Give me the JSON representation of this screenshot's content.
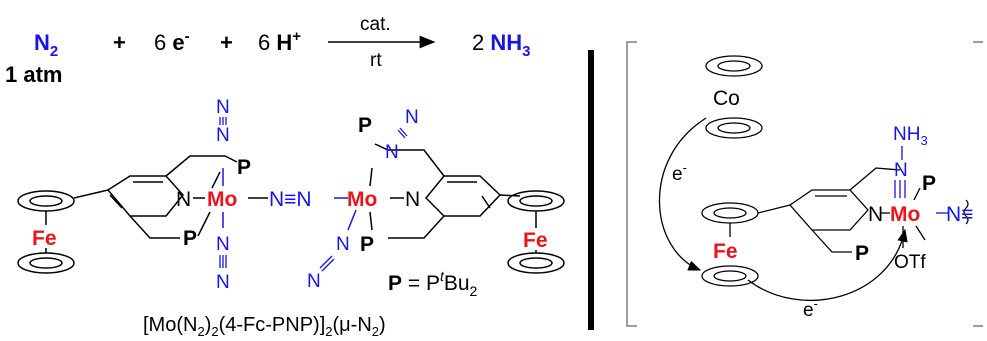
{
  "reaction": {
    "n2": "N",
    "n2_sub": "2",
    "pressure": "1 atm",
    "plus": "+",
    "six": "6",
    "e": "e",
    "minus": "-",
    "h": "H",
    "plusc": "+",
    "cat": "cat.",
    "rt": "rt",
    "two": "2",
    "nh": "NH",
    "nh_sub": "3"
  },
  "complex": {
    "atoms": {
      "N": "N",
      "Mo": "Mo",
      "P": "P",
      "Fe": "Fe",
      "nnn": "N≡N"
    },
    "legend_p": "P",
    "legend_eq": " = P",
    "legend_t": "t",
    "legend_bu": "Bu",
    "legend_sub": "2",
    "formula": "[Mo(N",
    "formula_s1": "2",
    "formula_m1": ")",
    "formula_s2": "2",
    "formula_m2": "(4-Fc-PNP)]",
    "formula_s3": "2",
    "formula_m3": "(μ-N",
    "formula_s4": "2",
    "formula_m4": ")"
  },
  "mechanism": {
    "co": "Co",
    "fe": "Fe",
    "mo": "Mo",
    "n": "N",
    "p": "P",
    "nh": "NH",
    "nh_sub": "3",
    "otf": "OTf",
    "nstub": "N≡",
    "e1": "e",
    "e1_sup": "-",
    "e2": "e",
    "e2_sup": "-"
  },
  "colors": {
    "nitrogen": "#1515e6",
    "metal": "#e8161b",
    "black": "#000000"
  }
}
